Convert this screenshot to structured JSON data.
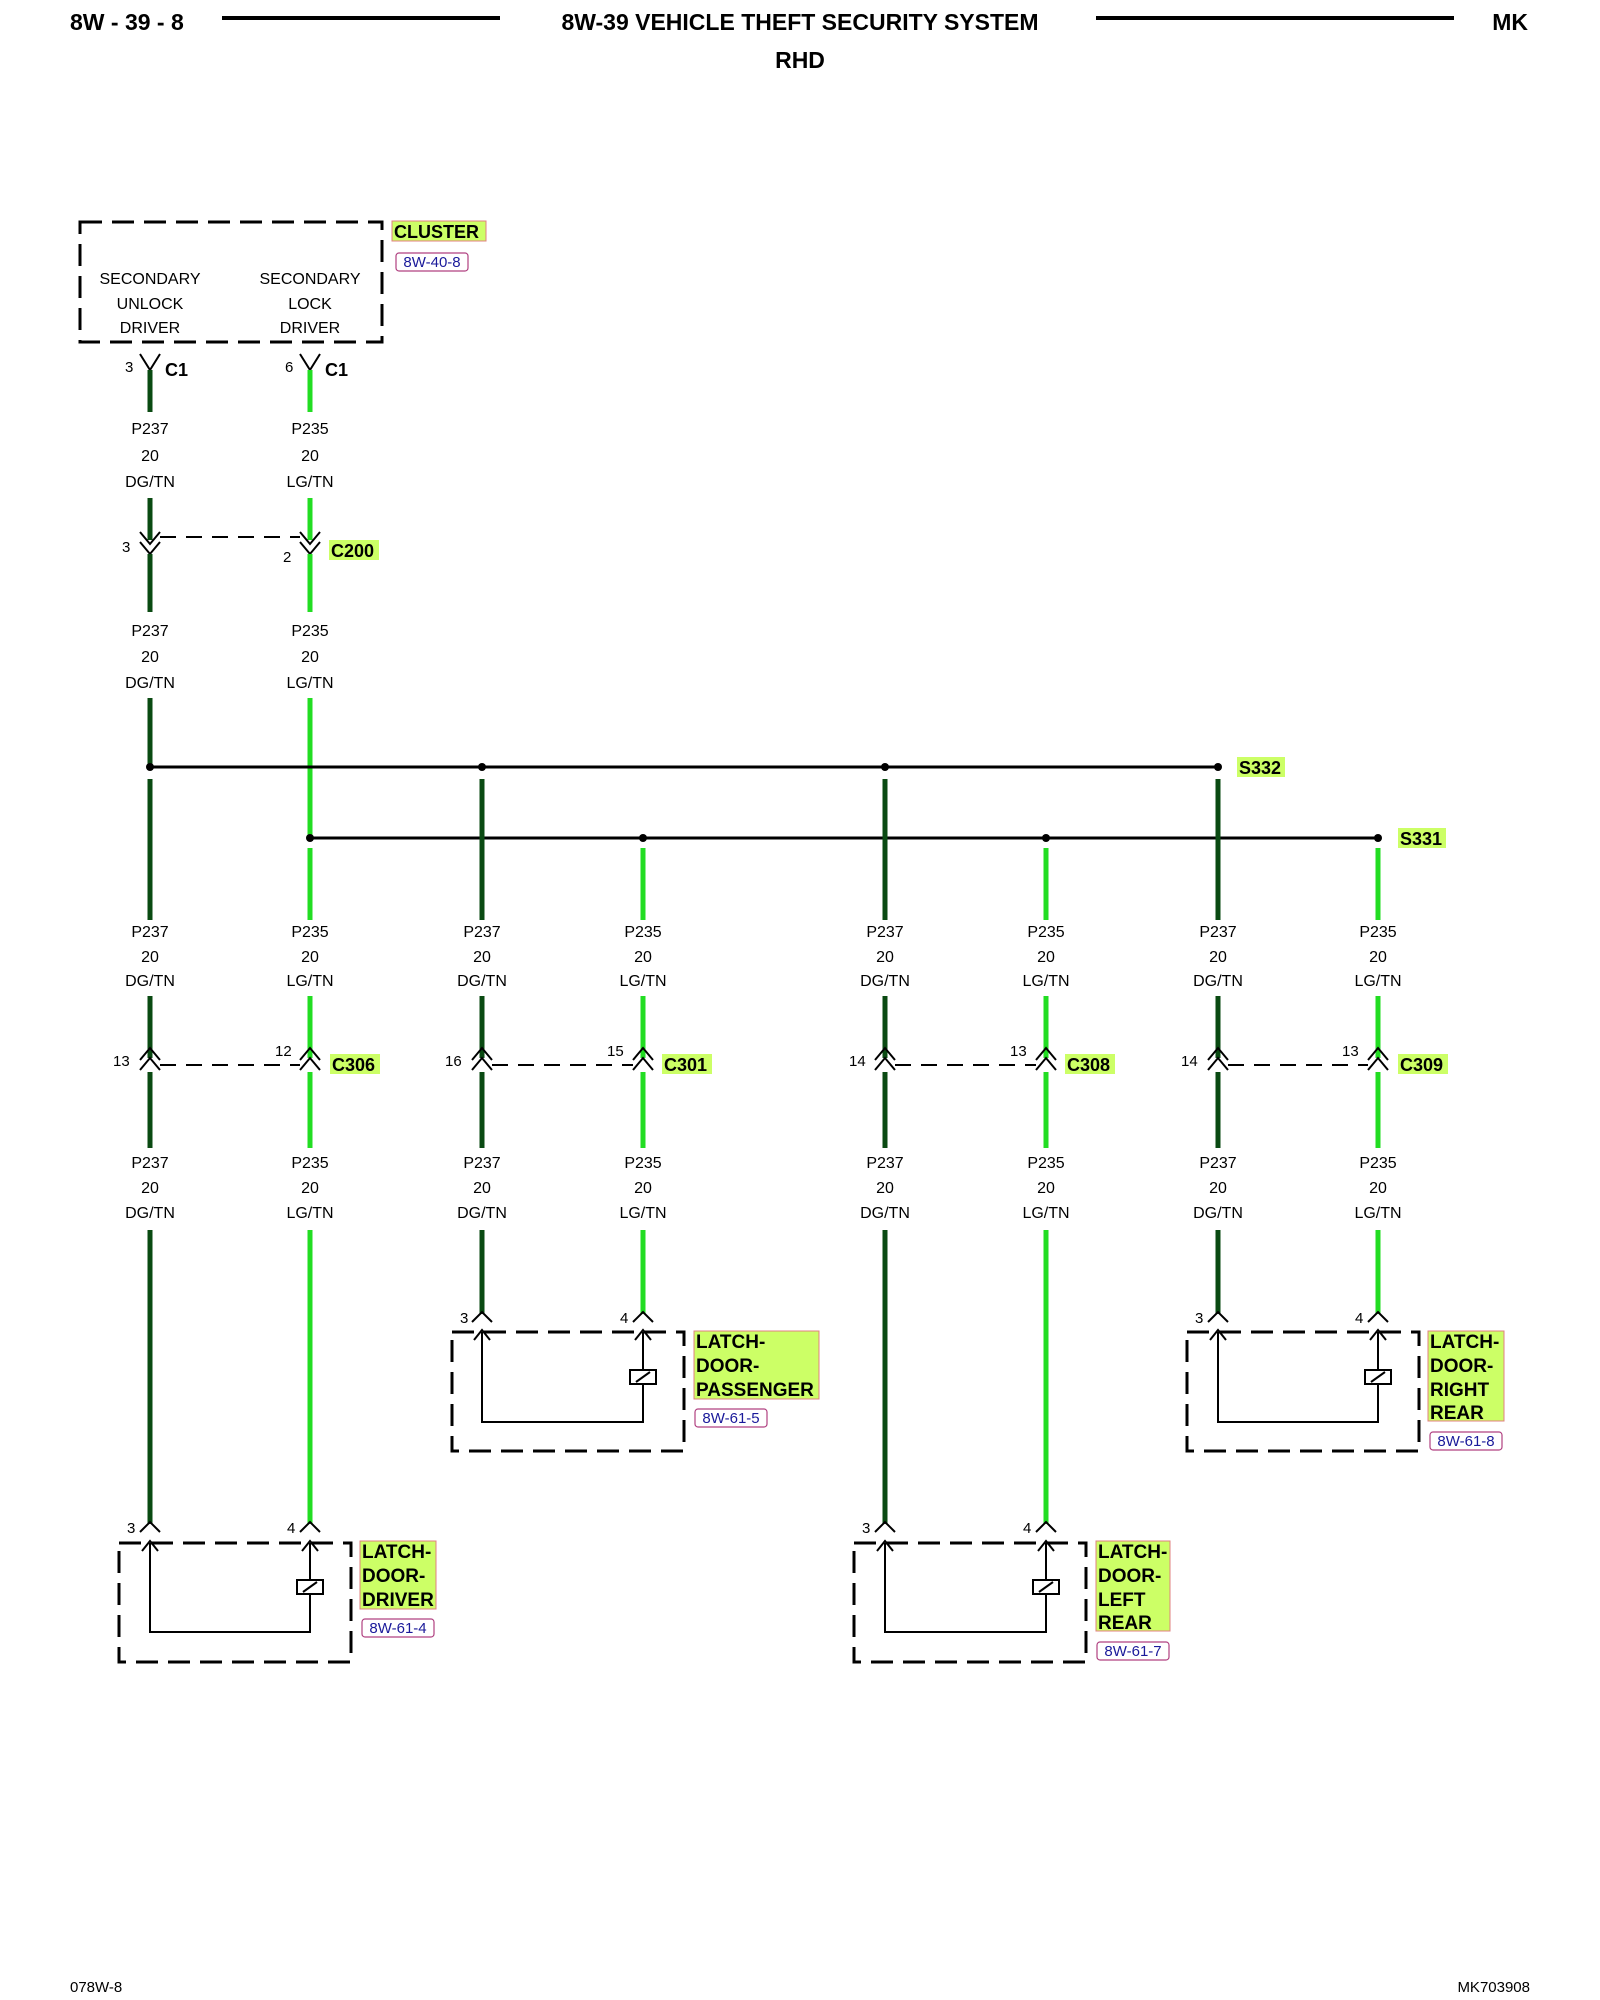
{
  "header": {
    "page": "8W - 39 - 8",
    "title": "8W-39 VEHICLE THEFT SECURITY SYSTEM",
    "subtitle": "RHD",
    "model": "MK"
  },
  "footer": {
    "left": "078W-8",
    "right": "MK703908"
  },
  "colors": {
    "dg_tn": "#0a4a12",
    "lg_tn": "#22dd22",
    "highlight": "#ccff66",
    "ref": "#1a1a9a"
  },
  "cluster": {
    "name": "CLUSTER",
    "ref": "8W-40-8",
    "unlock_label": [
      "SECONDARY",
      "UNLOCK",
      "DRIVER"
    ],
    "lock_label": [
      "SECONDARY",
      "LOCK",
      "DRIVER"
    ],
    "unlock_pin": "3",
    "lock_pin": "6",
    "connector": "C1"
  },
  "wires": {
    "p237": {
      "circuit": "P237",
      "gauge": "20",
      "color": "DG/TN"
    },
    "p235": {
      "circuit": "P235",
      "gauge": "20",
      "color": "LG/TN"
    }
  },
  "c200": {
    "name": "C200",
    "pin_dg": "3",
    "pin_lg": "2"
  },
  "splices": {
    "dg": "S332",
    "lg": "S331"
  },
  "connectors": [
    {
      "name": "C306",
      "pin_dg": "13",
      "pin_lg": "12"
    },
    {
      "name": "C301",
      "pin_dg": "16",
      "pin_lg": "15"
    },
    {
      "name": "C308",
      "pin_dg": "14",
      "pin_lg": "13"
    },
    {
      "name": "C309",
      "pin_dg": "14",
      "pin_lg": "13"
    }
  ],
  "latches": [
    {
      "lines": [
        "LATCH-",
        "DOOR-",
        "DRIVER"
      ],
      "ref": "8W-61-4",
      "pin_dg": "3",
      "pin_lg": "4"
    },
    {
      "lines": [
        "LATCH-",
        "DOOR-",
        "PASSENGER"
      ],
      "ref": "8W-61-5",
      "pin_dg": "3",
      "pin_lg": "4"
    },
    {
      "lines": [
        "LATCH-",
        "DOOR-",
        "LEFT",
        "REAR"
      ],
      "ref": "8W-61-7",
      "pin_dg": "3",
      "pin_lg": "4"
    },
    {
      "lines": [
        "LATCH-",
        "DOOR-",
        "RIGHT",
        "REAR"
      ],
      "ref": "8W-61-8",
      "pin_dg": "3",
      "pin_lg": "4"
    }
  ]
}
